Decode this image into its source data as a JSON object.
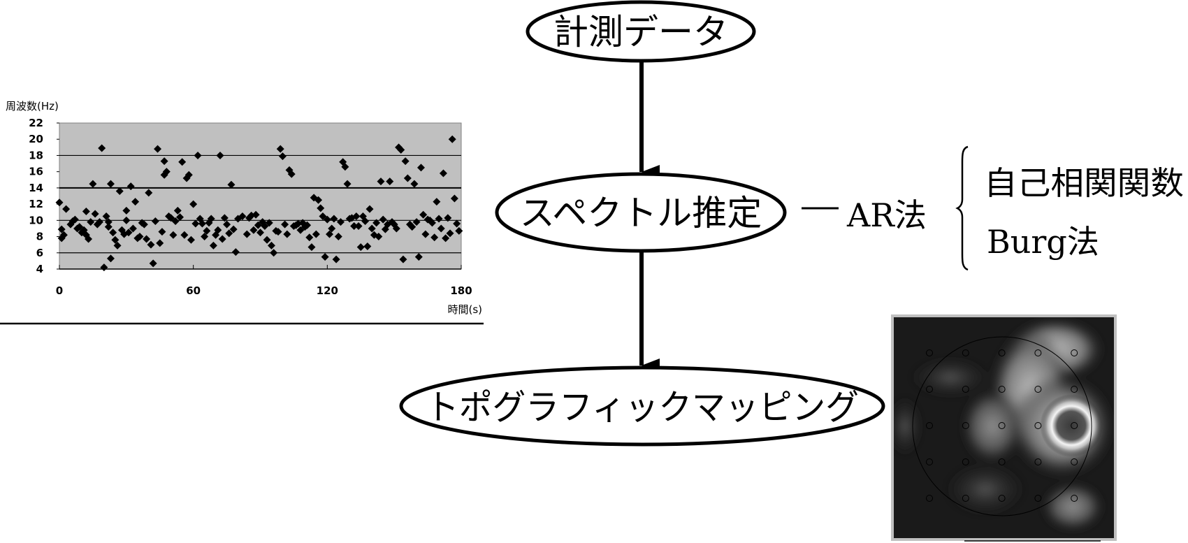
{
  "flow": {
    "nodes": [
      {
        "id": "measure",
        "label": "計測データ"
      },
      {
        "id": "spectrum",
        "label": "スペクトル推定"
      },
      {
        "id": "topo",
        "label": "トポグラフィックマッピング"
      }
    ],
    "method": {
      "label": "AR法",
      "options": [
        "自己相関関数",
        "Burg法"
      ]
    }
  },
  "chart_data": {
    "type": "scatter",
    "title": "",
    "ylabel": "周波数(Hz)",
    "xlabel": "時間(s)",
    "xlim": [
      0,
      180
    ],
    "ylim": [
      4,
      22
    ],
    "xticks": [
      0,
      60,
      120,
      180
    ],
    "yticks": [
      4,
      6,
      8,
      10,
      12,
      14,
      16,
      18,
      20,
      22
    ],
    "gridlines_y": [
      6,
      10,
      14,
      18
    ],
    "grid": true,
    "legend": "none",
    "background": "#c0c0c0",
    "marker": "diamond",
    "series": [
      {
        "name": "frequency",
        "x": [
          0,
          1,
          1,
          2,
          3,
          5,
          6,
          7,
          8,
          9,
          10,
          11,
          12,
          12,
          13,
          14,
          15,
          16,
          17,
          18,
          19,
          20,
          21,
          22,
          22,
          23,
          23,
          24,
          25,
          26,
          27,
          28,
          29,
          30,
          30,
          31,
          32,
          33,
          34,
          35,
          36,
          37,
          38,
          39,
          40,
          41,
          42,
          43,
          44,
          45,
          46,
          47,
          47,
          48,
          49,
          50,
          51,
          52,
          53,
          54,
          55,
          56,
          57,
          58,
          59,
          60,
          61,
          62,
          63,
          64,
          65,
          66,
          67,
          68,
          69,
          70,
          71,
          72,
          73,
          74,
          75,
          76,
          77,
          78,
          79,
          80,
          82,
          84,
          85,
          86,
          87,
          88,
          89,
          90,
          91,
          92,
          93,
          94,
          95,
          96,
          97,
          98,
          99,
          100,
          101,
          102,
          103,
          104,
          105,
          106,
          107,
          108,
          109,
          110,
          111,
          112,
          113,
          114,
          115,
          116,
          117,
          118,
          119,
          120,
          121,
          122,
          123,
          124,
          125,
          126,
          127,
          128,
          129,
          130,
          131,
          132,
          133,
          134,
          135,
          136,
          137,
          138,
          139,
          140,
          141,
          142,
          143,
          144,
          145,
          146,
          147,
          148,
          149,
          150,
          151,
          152,
          153,
          154,
          155,
          156,
          157,
          158,
          159,
          160,
          161,
          162,
          163,
          164,
          165,
          166,
          167,
          168,
          169,
          170,
          171,
          172,
          173,
          174,
          175,
          176,
          177,
          178,
          179
        ],
        "y": [
          12.2,
          8.9,
          7.8,
          8.2,
          11.4,
          9.5,
          9.9,
          10.1,
          9.0,
          9.2,
          8.5,
          8.8,
          11.1,
          8.2,
          7.7,
          9.8,
          14.5,
          10.8,
          9.5,
          9.8,
          18.9,
          4.2,
          10.5,
          9.2,
          9.8,
          14.5,
          5.3,
          8.5,
          7.6,
          6.9,
          13.6,
          8.8,
          8.3,
          11.2,
          10.0,
          8.5,
          14.2,
          9.0,
          12.3,
          7.8,
          8.0,
          9.7,
          9.5,
          7.7,
          13.4,
          7.0,
          4.7,
          9.9,
          18.8,
          7.2,
          8.6,
          17.3,
          15.6,
          16.0,
          10.5,
          10.3,
          8.2,
          9.9,
          11.2,
          10.4,
          17.2,
          8.2,
          15.2,
          15.6,
          7.6,
          12.0,
          9.6,
          18.0,
          10.2,
          9.6,
          8.0,
          8.7,
          9.7,
          10.2,
          6.9,
          8.2,
          8.8,
          18.0,
          7.7,
          10.3,
          9.5,
          8.4,
          14.4,
          8.9,
          6.1,
          10.2,
          10.5,
          8.3,
          10.3,
          10.6,
          8.8,
          10.7,
          9.4,
          8.5,
          9.8,
          9.3,
          7.6,
          9.7,
          6.9,
          6.0,
          8.7,
          8.6,
          18.8,
          17.9,
          9.5,
          8.3,
          16.2,
          15.7,
          9.3,
          9.4,
          9.6,
          8.8,
          9.7,
          9.2,
          9.4,
          7.9,
          6.7,
          12.8,
          8.3,
          12.5,
          11.5,
          10.5,
          5.5,
          10.1,
          8.3,
          9.0,
          10.2,
          5.2,
          8.0,
          9.8,
          17.2,
          16.6,
          14.5,
          10.2,
          10.3,
          9.3,
          10.5,
          9.3,
          6.7,
          10.5,
          9.9,
          6.8,
          11.4,
          9.0,
          8.2,
          9.7,
          8.0,
          14.8,
          10.1,
          8.9,
          9.5,
          14.8,
          9.8,
          9.5,
          9.0,
          19.0,
          18.7,
          5.2,
          17.3,
          15.2,
          9.5,
          9.2,
          14.5,
          9.8,
          5.5,
          16.5,
          10.7,
          8.3,
          10.1,
          10.0,
          9.7,
          7.9,
          12.3,
          10.2,
          9.0,
          15.8,
          7.8,
          10.3,
          8.4,
          20.0,
          12.7,
          9.6,
          8.7,
          14.0
        ]
      }
    ]
  },
  "topomap": {
    "electrode_rows": 5,
    "electrode_cols": 5
  }
}
